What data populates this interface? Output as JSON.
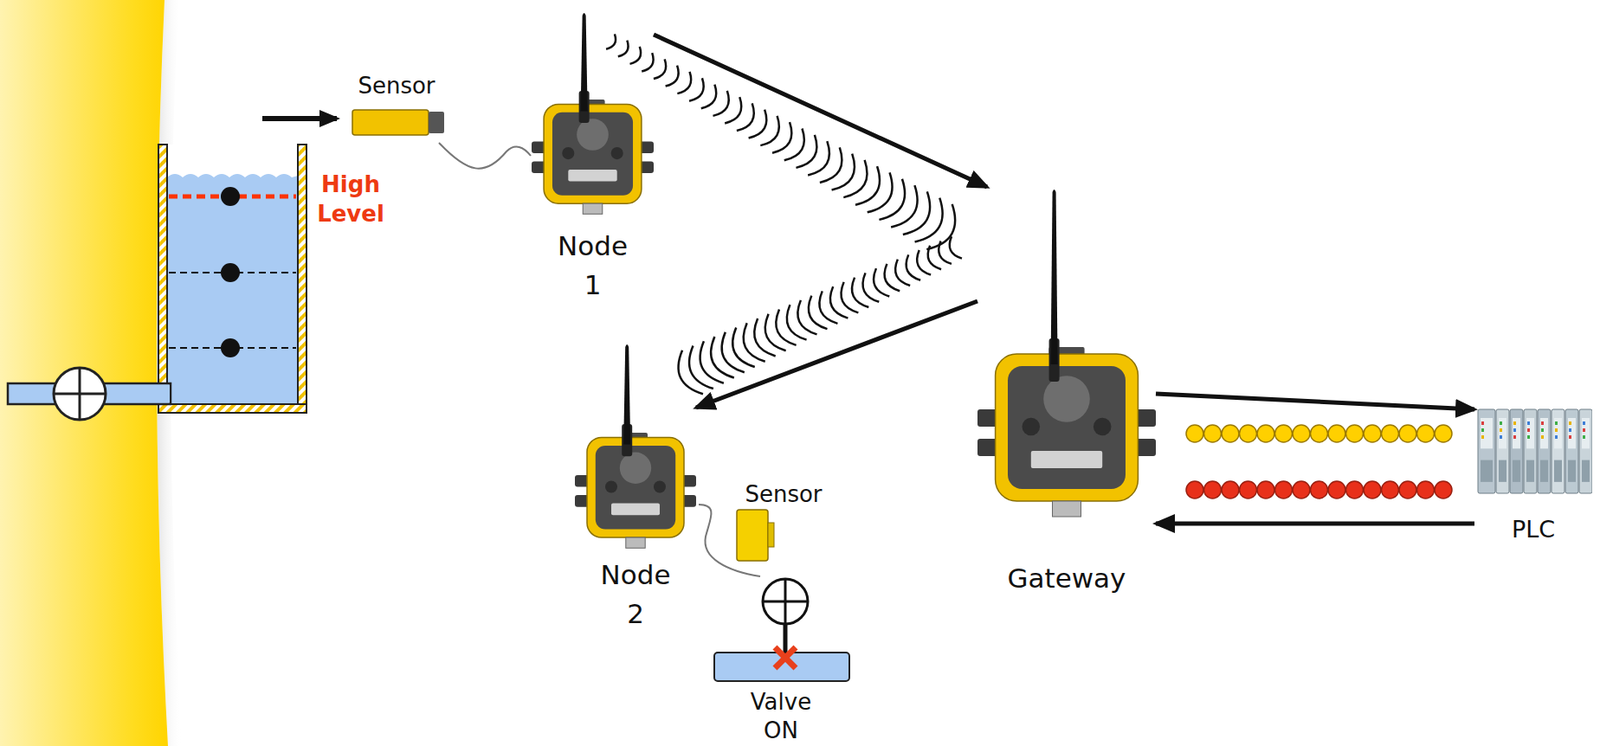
{
  "diagram": {
    "nodes": [
      {
        "text": [
          "Node 1"
        ]
      },
      {
        "text": [
          "Gateway"
        ]
      },
      {
        "text": [
          "Node 2"
        ]
      },
      {
        "text": [
          "PLC"
        ]
      }
    ],
    "edges": [
      {
        "from": 0,
        "to": 1,
        "arrow": "to"
      },
      {
        "from": 1,
        "to": 2,
        "arrow": "to"
      },
      {
        "from": 1,
        "to": 3,
        "arrow": "to"
      },
      {
        "from": 3,
        "to": 1,
        "arrow": "to"
      }
    ],
    "labels": [
      "Sensor",
      "High Level",
      "Sensor",
      "Valve ON"
    ]
  }
}
